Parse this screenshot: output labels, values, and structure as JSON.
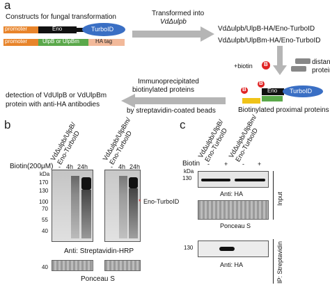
{
  "panels": {
    "a": "a",
    "b": "b",
    "c": "c"
  },
  "panel_a": {
    "constructs_title": "Constructs for fungal transformation",
    "row1": {
      "promoter": "promoter",
      "eno": "Eno",
      "turboid": "TurboID"
    },
    "row2": {
      "promoter": "promoter",
      "gene": "UlpB or UlpBm",
      "tag": "HA tag"
    },
    "transformed_line1": "Transformed into",
    "transformed_line2": "VdΔulpb",
    "strain1": "VdΔulpb/UlpB-HA/Eno-TurboID",
    "strain2": "VdΔulpb/UlpBm-HA/Eno-TurboID",
    "biotin_label": "+biotin",
    "biotin_badge": "B",
    "distant_label_1": "distant",
    "distant_label_2": "proteins",
    "complex_eno": "Eno",
    "complex_turboid": "TurboID",
    "biotinylated_label": "Biotinylated proximal proteins",
    "ip_line1": "Immunoprecipitated",
    "ip_line2": "biotinylated proteins",
    "ip_line3": "by streptavidin-coated beads",
    "detect_line1": "detection of VdUlpB or VdUlpBm",
    "detect_line2": "protein with anti-HA antibodies",
    "colors": {
      "promoter": "#e8842a",
      "eno": "#111111",
      "turboid": "#3a6fc4",
      "gene": "#5aa84a",
      "tag": "#f2b99a",
      "biotin": "#e02424",
      "grey_arrow": "#b5b5b5"
    }
  },
  "panel_b": {
    "sample1": [
      "VdΔulpb/UlpB/",
      "Eno-TurboID"
    ],
    "sample2": [
      "VdΔulpb/UlpBm/",
      "Eno-TurboID"
    ],
    "biotin_label": "Biotin(200μM)",
    "lanes": [
      "-",
      "4h",
      "24h",
      "-",
      "4h",
      "24h"
    ],
    "kda_label": "kDa",
    "markers": [
      "170",
      "130",
      "100",
      "70",
      "55",
      "40"
    ],
    "bottom_marker": "40",
    "eno_label": "Eno-TurboID",
    "eno_star": "*",
    "blot_caption": "Anti: Streptavidin-HRP",
    "ponceau_caption": "Ponceau S"
  },
  "panel_c": {
    "sample1": [
      "VdΔulpb/UlpB/",
      "Eno-TurboID"
    ],
    "sample2": [
      "VdΔulpb/UlpBm/",
      "Eno-TurboID"
    ],
    "biotin_label": "Biotin",
    "lanes": [
      "-",
      "+",
      "-",
      "+"
    ],
    "kda_label": "kDa",
    "marker_top": "130",
    "marker_ip": "130",
    "anti_ha_1": "Anti: HA",
    "ponceau": "Ponceau S",
    "anti_ha_2": "Anti: HA",
    "side_input": "Input",
    "side_ip": "IP: Streptavidin"
  }
}
